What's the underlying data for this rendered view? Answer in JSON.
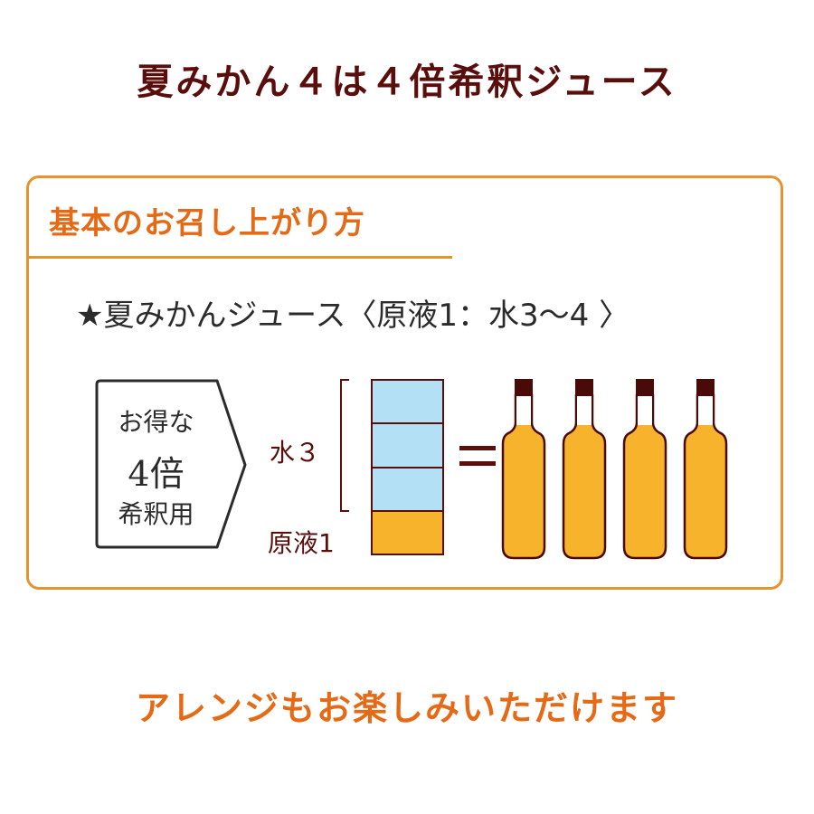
{
  "title": "夏みかん４は４倍希釈ジュース",
  "card": {
    "heading": "基本のお召し上がり方",
    "recipe": "★夏みかんジュース〈原液1：水3〜4 〉",
    "badge": {
      "line1": "お得な",
      "line2": "4倍",
      "line3": "希釈用"
    },
    "diagram": {
      "water_label": "水３",
      "concentrate_label": "原液1",
      "water_parts": 3,
      "concentrate_parts": 1,
      "equals_symbol": "=",
      "bottle_count": 4
    }
  },
  "footer": "アレンジもお楽しみいただけます",
  "colors": {
    "title": "#5a0e0c",
    "accent_orange": "#e66a16",
    "border_orange": "#e8922e",
    "water_blue": "#b3e0f5",
    "juice_yellow": "#f7b32b",
    "outline_brown": "#5a0e0c"
  }
}
